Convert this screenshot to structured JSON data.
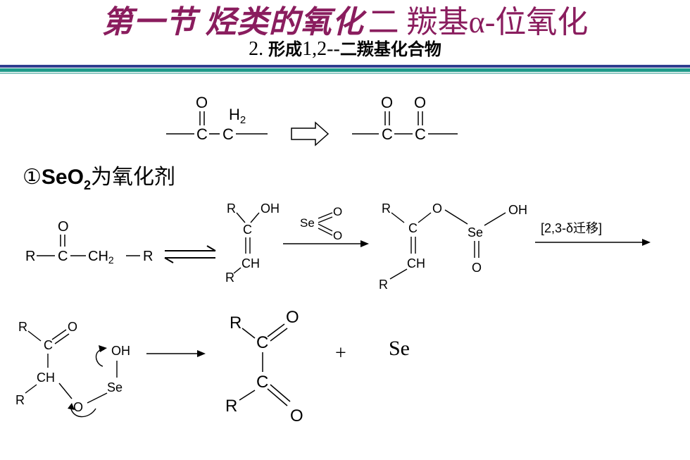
{
  "title": {
    "part1": "第一节 烃类的氧化",
    "part2": "二 羰基α-位氧化"
  },
  "subtitle": {
    "number": "2.",
    "text_cjk": "形成",
    "text_num": "1,2--",
    "text_cjk2": "二羰基化合物"
  },
  "section": {
    "circled": "①",
    "reagent": "SeO",
    "sub": "2",
    "rest": "为氧化剂"
  },
  "scheme_top": {
    "O": "O",
    "C": "C",
    "H2": "H",
    "two": "2"
  },
  "scheme_mid": {
    "R": "R",
    "O": "O",
    "C": "C",
    "CH2": "CH",
    "two": "2",
    "OH": "OH",
    "CH": "CH",
    "Se": "Se",
    "migration": "[2,3-δ迁移]"
  },
  "scheme_bottom": {
    "plus": "+",
    "se_product": "Se"
  }
}
